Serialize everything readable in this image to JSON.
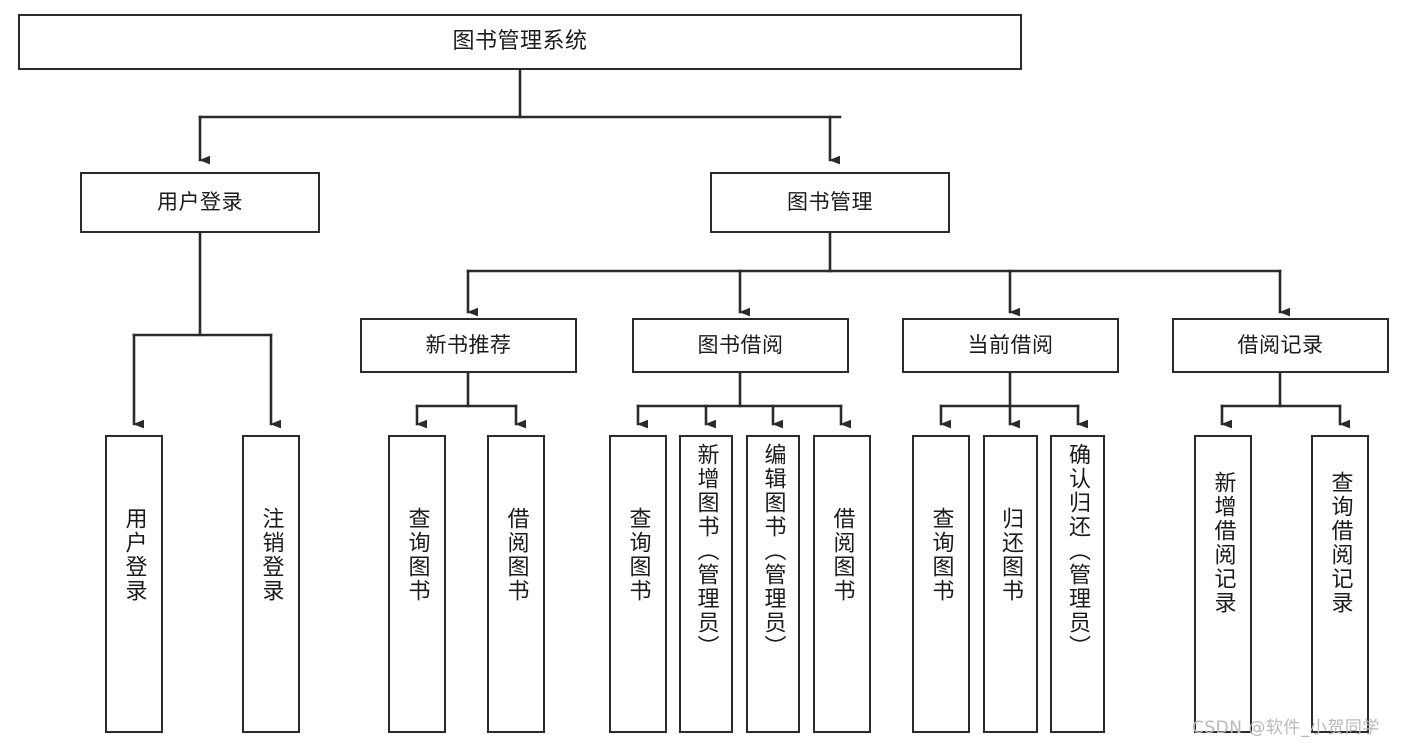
{
  "diagram": {
    "title": "图书管理系统",
    "type": "tree-hierarchy",
    "orientation": "top-down",
    "colors": {
      "background": "#ffffff",
      "box_border": "#2b2b2b",
      "box_fill": "#ffffff",
      "connector": "#2b2b2b",
      "text": "#1b1b1b",
      "watermark": "#b9b9b9"
    },
    "root": {
      "label": "图书管理系统"
    },
    "level1": [
      {
        "label": "用户登录"
      },
      {
        "label": "图书管理"
      }
    ],
    "level2": [
      {
        "label": "新书推荐"
      },
      {
        "label": "图书借阅"
      },
      {
        "label": "当前借阅"
      },
      {
        "label": "借阅记录"
      }
    ],
    "leaves": {
      "user_login": [
        {
          "label": "用户登录"
        },
        {
          "label": "注销登录"
        }
      ],
      "new_book_recommend": [
        {
          "label": "查询图书"
        },
        {
          "label": "借阅图书"
        }
      ],
      "book_borrow": [
        {
          "label": "查询图书"
        },
        {
          "label": "新增图书（管理员）"
        },
        {
          "label": "编辑图书（管理员）"
        },
        {
          "label": "借阅图书"
        }
      ],
      "current_borrow": [
        {
          "label": "查询图书"
        },
        {
          "label": "归还图书"
        },
        {
          "label": "确认归还（管理员）"
        }
      ],
      "borrow_record": [
        {
          "label": "新增借阅记录"
        },
        {
          "label": "查询借阅记录"
        }
      ]
    }
  },
  "watermark": {
    "text": "CSDN @软件_小贺同学"
  }
}
